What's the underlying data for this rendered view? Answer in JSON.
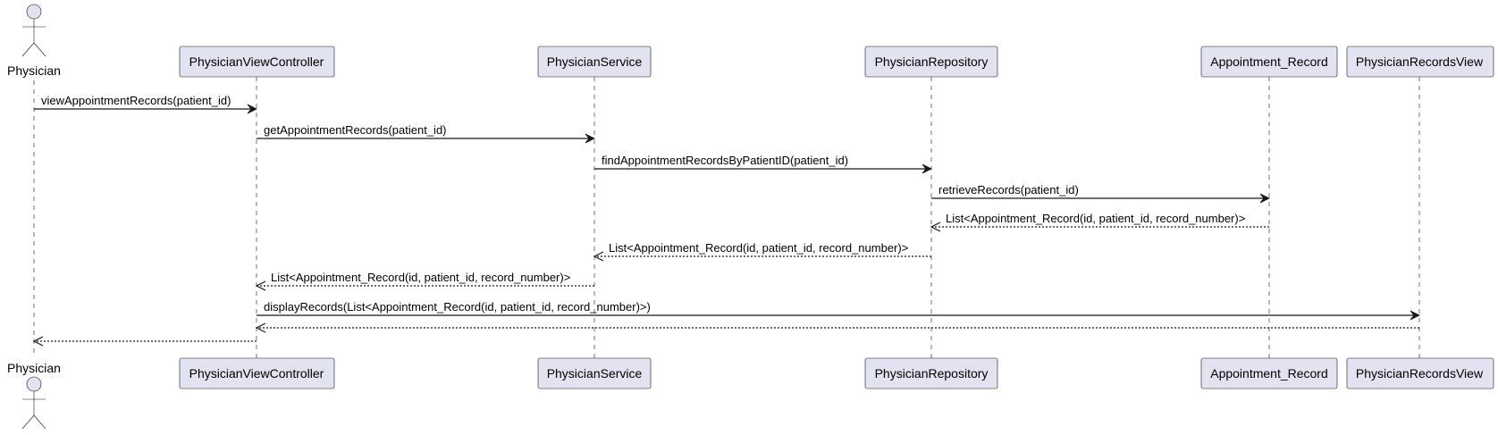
{
  "colors": {
    "participant_fill": "#e2e2f0",
    "stroke": "#181818",
    "background": "#ffffff"
  },
  "participants": [
    {
      "id": "physician",
      "label": "Physician",
      "kind": "actor"
    },
    {
      "id": "pvc",
      "label": "PhysicianViewController",
      "kind": "participant"
    },
    {
      "id": "ps",
      "label": "PhysicianService",
      "kind": "participant"
    },
    {
      "id": "pr",
      "label": "PhysicianRepository",
      "kind": "participant"
    },
    {
      "id": "ar",
      "label": "Appointment_Record",
      "kind": "participant"
    },
    {
      "id": "prv",
      "label": "PhysicianRecordsView",
      "kind": "participant"
    }
  ],
  "messages": [
    {
      "from": "physician",
      "to": "pvc",
      "label": "viewAppointmentRecords(patient_id)",
      "style": "solid"
    },
    {
      "from": "pvc",
      "to": "ps",
      "label": "getAppointmentRecords(patient_id)",
      "style": "solid"
    },
    {
      "from": "ps",
      "to": "pr",
      "label": "findAppointmentRecordsByPatientID(patient_id)",
      "style": "solid"
    },
    {
      "from": "pr",
      "to": "ar",
      "label": "retrieveRecords(patient_id)",
      "style": "solid"
    },
    {
      "from": "ar",
      "to": "pr",
      "label": "List<Appointment_Record(id, patient_id, record_number)>",
      "style": "dashed"
    },
    {
      "from": "pr",
      "to": "ps",
      "label": "List<Appointment_Record(id, patient_id, record_number)>",
      "style": "dashed"
    },
    {
      "from": "ps",
      "to": "pvc",
      "label": "List<Appointment_Record(id, patient_id, record_number)>",
      "style": "dashed"
    },
    {
      "from": "pvc",
      "to": "prv",
      "label": "displayRecords(List<Appointment_Record(id, patient_id, record_number)>)",
      "style": "solid"
    },
    {
      "from": "prv",
      "to": "pvc",
      "label": "",
      "style": "dashed"
    },
    {
      "from": "pvc",
      "to": "physician",
      "label": "",
      "style": "dashed"
    }
  ]
}
